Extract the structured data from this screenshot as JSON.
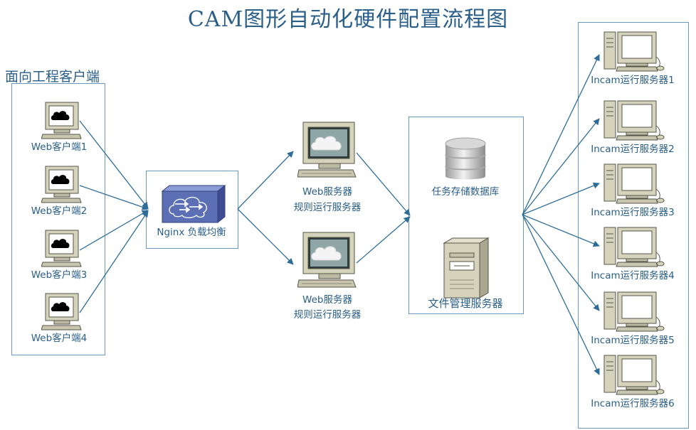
{
  "title": "CAM图形自动化硬件配置流程图",
  "client_group_label": "面向工程客户端",
  "clients": [
    {
      "label": "Web客户端1"
    },
    {
      "label": "Web客户端2"
    },
    {
      "label": "Web客户端3"
    },
    {
      "label": "Web客户端4"
    }
  ],
  "load_balancer": {
    "label": "Nginx 负载均衡"
  },
  "web_servers": [
    {
      "line1": "Web服务器",
      "line2": "规则运行服务器"
    },
    {
      "line1": "Web服务器",
      "line2": "规则运行服务器"
    }
  ],
  "storage": {
    "database_label": "任务存储数据库",
    "file_server_label": "文件管理服务器"
  },
  "incam_servers": [
    {
      "label": "Incam运行服务器1"
    },
    {
      "label": "Incam运行服务器2"
    },
    {
      "label": "Incam运行服务器3"
    },
    {
      "label": "Incam运行服务器4"
    },
    {
      "label": "Incam运行服务器5"
    },
    {
      "label": "Incam运行服务器6"
    }
  ],
  "colors": {
    "edge": "#2f6d99",
    "box_border": "#6a99bd",
    "text": "#2a5f8a",
    "device_beige": "#d6d3bc",
    "router_blue": "#5c6fb5"
  },
  "icons": {
    "client": "workstation-cloud-screen-icon",
    "load_balancer": "router-icon",
    "web_server": "workstation-cloud-icon",
    "database": "database-cylinder-icon",
    "file_server": "tower-server-icon",
    "incam_server": "workstation-icon"
  }
}
